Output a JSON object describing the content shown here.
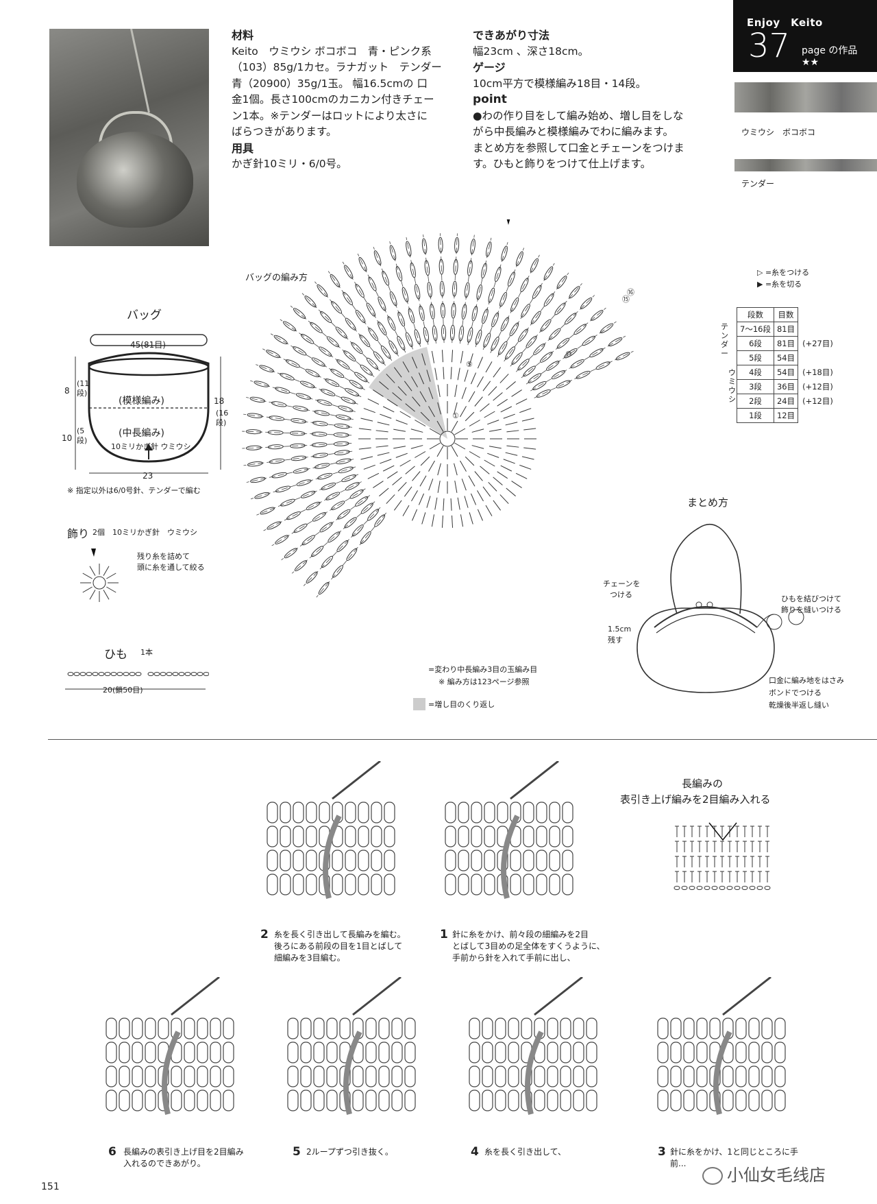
{
  "materials": {
    "title": "材料",
    "lines": [
      "Keito　ウミウシ ボコボコ　青・ピンク系",
      "（103）85g/1カセ。ラナガット　テンダー",
      "青（20900）35g/1玉。 幅16.5cmの 口",
      "金1個。長さ100cmのカニカン付きチェー",
      "ン1本。※テンダーはロットにより太さに",
      "ばらつきがあります。"
    ]
  },
  "tools": {
    "title": "用具",
    "text": "かぎ針10ミリ・6/0号。"
  },
  "size": {
    "title": "できあがり寸法",
    "text": "幅23cm 、深さ18cm。"
  },
  "gauge": {
    "title": "ゲージ",
    "text": "10cm平方で模様編み18目・14段。"
  },
  "point": {
    "title": "point",
    "lines": [
      "●わの作り目をして編み始め、増し目をしな",
      "がら中長編みと模様編みでわに編みます。",
      "まとめ方を参照して口金とチェーンをつけま",
      "す。ひもと飾りをつけて仕上げます。"
    ]
  },
  "badge": {
    "enjoy": "Enjoy　Keito",
    "page_num": "37",
    "page_suffix": "page の作品 ★★"
  },
  "yarns": {
    "yarn1": "ウミウシ　ボコボコ",
    "yarn2": "テンダー"
  },
  "chart": {
    "title": "バッグの編み方",
    "legend_attach": "▷ =糸をつける",
    "legend_cut": "▶ =糸を切る",
    "round_labels": [
      "⑯",
      "⑮",
      "⑩",
      "⑤",
      "①"
    ],
    "symbol_note_1": "=変わり中長編み3目の玉編み目",
    "symbol_note_2": "※ 編み方は123ページ参照",
    "increase_note": "=増し目のくり返し"
  },
  "rows_table": {
    "headers": [
      "段数",
      "目数"
    ],
    "rows": [
      {
        "round": "7〜16段",
        "stitches": "81目",
        "inc": ""
      },
      {
        "round": "6段",
        "stitches": "81目",
        "inc": "(+27目)"
      },
      {
        "round": "5段",
        "stitches": "54目",
        "inc": ""
      },
      {
        "round": "4段",
        "stitches": "54目",
        "inc": "(+18目)"
      },
      {
        "round": "3段",
        "stitches": "36目",
        "inc": "(+12目)"
      },
      {
        "round": "2段",
        "stitches": "24目",
        "inc": "(+12目)"
      },
      {
        "round": "1段",
        "stitches": "12目",
        "inc": ""
      }
    ],
    "yarn_tender": "テンダー",
    "yarn_umiushi": "ウミウシ"
  },
  "bag": {
    "title": "バッグ",
    "top_width": "45(81目)",
    "pattern": "(模様編み)",
    "hdc": "(中長編み)",
    "hdc_sub": "10ミリかぎ針 ウミウシ",
    "bottom_width": "23",
    "left_8": "8",
    "left_11": "(11段)",
    "left_10": "10",
    "left_5": "(5段)",
    "right_18": "18",
    "right_16": "(16段)",
    "note": "※ 指定以外は6/0号針、テンダーで編む"
  },
  "decoration": {
    "title": "飾り",
    "detail": "2個　10ミリかぎ針　ウミウシ",
    "note1": "残り糸を詰めて",
    "note2": "頭に糸を通して絞る"
  },
  "cord": {
    "title": "ひも",
    "count": "1本",
    "length": "20(鎖50目)"
  },
  "finishing": {
    "title": "まとめ方",
    "chain": [
      "チェーンを",
      "つける"
    ],
    "margin": [
      "1.5cm",
      "残す"
    ],
    "tie": [
      "ひもを結びつけて",
      "飾りを縫いつける"
    ],
    "frame": [
      "口金に編み地をはさみ",
      "ボンドでつける",
      "乾燥後半返し縫い"
    ]
  },
  "technique": {
    "title_1": "長編みの",
    "title_2": "表引き上げ編みを2目編み入れる"
  },
  "steps": [
    {
      "num": "2",
      "lines": [
        "糸を長く引き出して長編みを編む。",
        "後ろにある前段の目を1目とばして",
        "細編みを3目編む。"
      ]
    },
    {
      "num": "1",
      "lines": [
        "針に糸をかけ、前々段の細編みを2目",
        "とばして3目めの足全体をすくうように、",
        "手前から針を入れて手前に出し、"
      ]
    },
    {
      "num": "6",
      "lines": [
        "長編みの表引き上げ目を2目編み",
        "入れるのできあがり。"
      ]
    },
    {
      "num": "5",
      "lines": [
        "2ループずつ引き抜く。"
      ]
    },
    {
      "num": "4",
      "lines": [
        "糸を長く引き出して、"
      ]
    },
    {
      "num": "3",
      "lines": [
        "針に糸をかけ、1と同じところに手",
        "前..."
      ]
    }
  ],
  "page_number": "151",
  "watermark": "小仙女毛线店"
}
